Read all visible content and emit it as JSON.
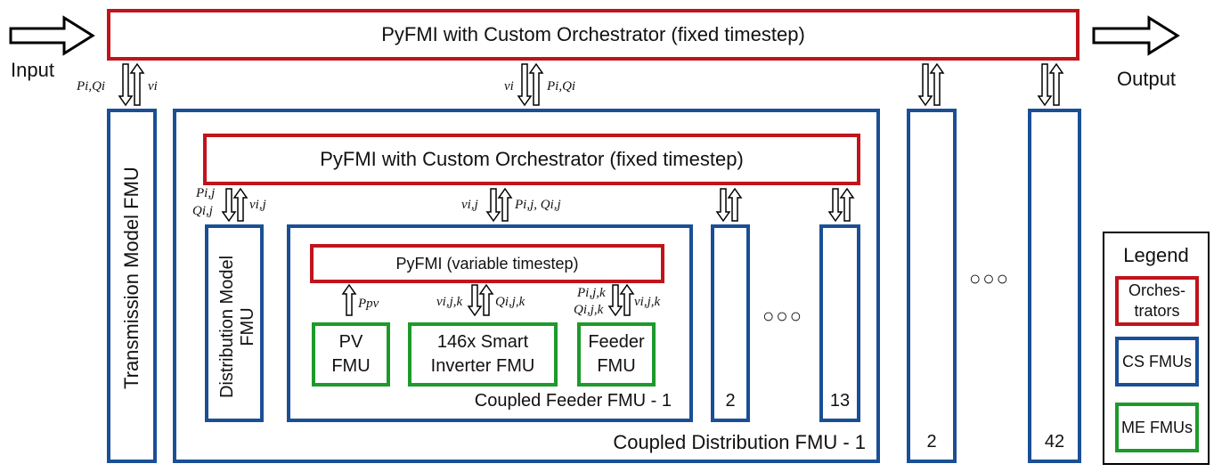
{
  "top": {
    "orchestrator": "PyFMI with Custom Orchestrator (fixed timestep)",
    "input": "Input",
    "output": "Output"
  },
  "arrows": {
    "tm_left": "Pi,Qi",
    "tm_right": "vi",
    "cd_left": "vi",
    "cd_right": "Pi,Qi"
  },
  "transmission": {
    "label": "Transmission Model FMU"
  },
  "coupled_distribution": {
    "orchestrator": "PyFMI with Custom Orchestrator (fixed timestep)",
    "label": "Coupled Distribution FMU - 1",
    "dist_left_top": "Pi,j",
    "dist_left_bottom": "Qi,j",
    "dist_right": "vi,j",
    "cf_left": "vi,j",
    "cf_right": "Pi,j, Qi,j",
    "distribution_model": {
      "line1": "Distribution Model",
      "line2": "FMU"
    },
    "feeder_2": "2",
    "feeder_13": "13",
    "ellipsis": "○○○"
  },
  "coupled_feeder": {
    "orchestrator": "PyFMI (variable timestep)",
    "label": "Coupled Feeder FMU - 1",
    "ppv": "Ppv",
    "inv_left": "vi,j,k",
    "inv_right": "Qi,j,k",
    "fd_left_top": "Pi,j,k",
    "fd_left_bottom": "Qi,j,k",
    "fd_right": "vi,j,k",
    "pv": {
      "line1": "PV",
      "line2": "FMU"
    },
    "inverter": {
      "line1": "146x Smart",
      "line2": "Inverter FMU"
    },
    "feeder": {
      "line1": "Feeder",
      "line2": "FMU"
    }
  },
  "outer_columns": {
    "col2": "2",
    "col42": "42",
    "ellipsis": "○○○"
  },
  "legend": {
    "title": "Legend",
    "orch_line1": "Orches-",
    "orch_line2": "trators",
    "cs": "CS FMUs",
    "me": "ME FMUs"
  },
  "colors": {
    "orchestrator": "#c0141c",
    "cs": "#1a4f96",
    "me": "#1d9a2b"
  }
}
